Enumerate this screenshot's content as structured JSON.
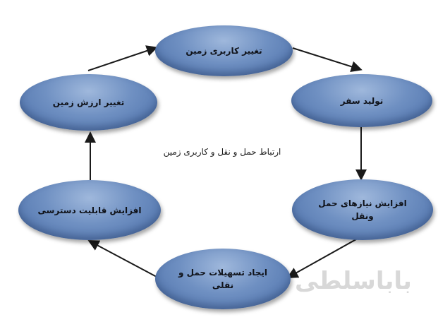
{
  "diagram": {
    "center_label": "ارتباط حمل و نقل و کاربری زمین",
    "nodes": [
      {
        "id": "top",
        "label": "تغییر کاربری زمین"
      },
      {
        "id": "right-top",
        "label": "تولید سفر"
      },
      {
        "id": "right-bottom",
        "label": "افزایش نیازهای حمل ونقل"
      },
      {
        "id": "bottom",
        "label": "ایجاد تسهیلات حمل و نقلی"
      },
      {
        "id": "left-bottom",
        "label": "افزایش قابلیت دسترسی"
      },
      {
        "id": "left-top",
        "label": "تغییر ارزش زمین"
      }
    ],
    "colors": {
      "node": "#6f90c2",
      "arrow": "#1a1a1a"
    }
  },
  "watermark": {
    "text": "باباسلطی"
  }
}
